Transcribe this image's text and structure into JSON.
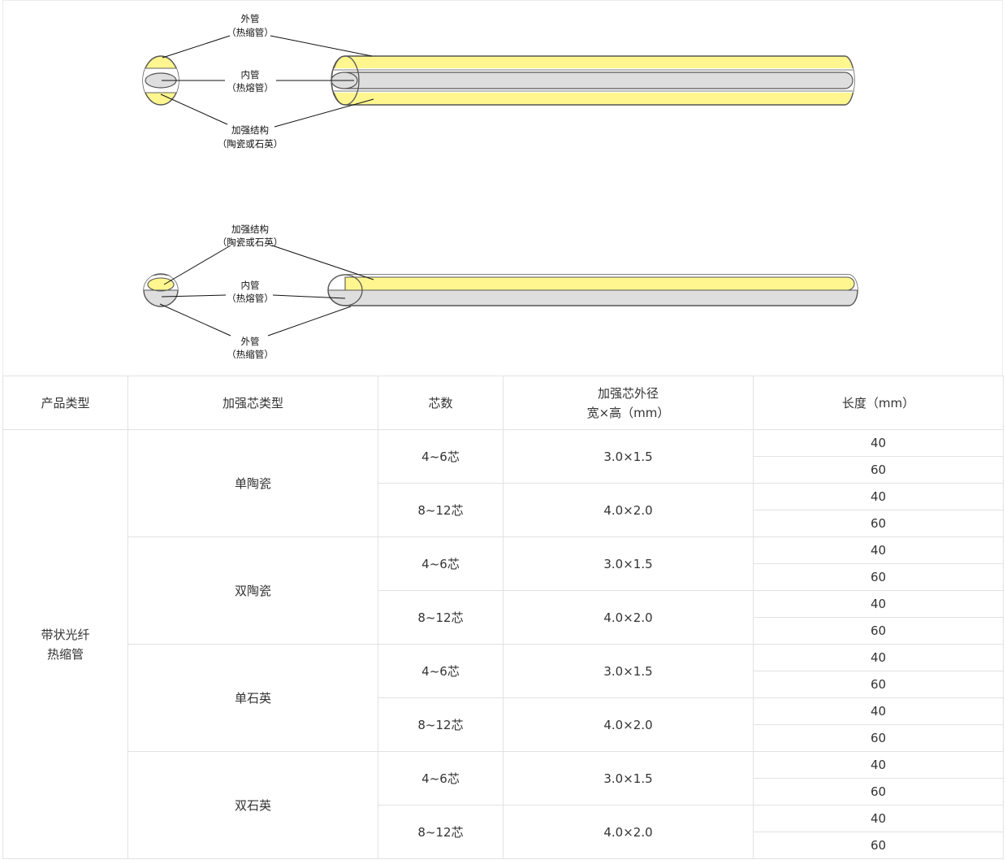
{
  "diagram_top": {
    "labels": {
      "outer_line1": "外管",
      "outer_line2": "（热缩管）",
      "inner_line1": "内管",
      "inner_line2": "（热熔管）",
      "reinforce_line1": "加强结构",
      "reinforce_line2": "（陶瓷或石英）"
    }
  },
  "diagram_bottom": {
    "labels": {
      "reinforce_line1": "加强结构",
      "reinforce_line2": "（陶瓷或石英）",
      "inner_line1": "内管",
      "inner_line2": "（热熔管）",
      "outer_line1": "外管",
      "outer_line2": "（热缩管）"
    }
  },
  "colors": {
    "reinforcement_yellow": "#fff68f",
    "inner_tube_gray": "#dedede",
    "outline": "#555555"
  },
  "table": {
    "headers": {
      "product_type": "产品类型",
      "core_type": "加强芯类型",
      "fiber_count": "芯数",
      "diameter_line1": "加强芯外径",
      "diameter_line2": "宽×高（mm）",
      "length": "长度（mm）"
    },
    "product_line1": "带状光纤",
    "product_line2": "热缩管",
    "groups": [
      {
        "core_type": "单陶瓷",
        "rows": [
          {
            "count": "4~6芯",
            "size": "3.0×1.5",
            "lengths": [
              "40",
              "60"
            ]
          },
          {
            "count": "8~12芯",
            "size": "4.0×2.0",
            "lengths": [
              "40",
              "60"
            ]
          }
        ]
      },
      {
        "core_type": "双陶瓷",
        "rows": [
          {
            "count": "4~6芯",
            "size": "3.0×1.5",
            "lengths": [
              "40",
              "60"
            ]
          },
          {
            "count": "8~12芯",
            "size": "4.0×2.0",
            "lengths": [
              "40",
              "60"
            ]
          }
        ]
      },
      {
        "core_type": "单石英",
        "rows": [
          {
            "count": "4~6芯",
            "size": "3.0×1.5",
            "lengths": [
              "40",
              "60"
            ]
          },
          {
            "count": "8~12芯",
            "size": "4.0×2.0",
            "lengths": [
              "40",
              "60"
            ]
          }
        ]
      },
      {
        "core_type": "双石英",
        "rows": [
          {
            "count": "4~6芯",
            "size": "3.0×1.5",
            "lengths": [
              "40",
              "60"
            ]
          },
          {
            "count": "8~12芯",
            "size": "4.0×2.0",
            "lengths": [
              "40",
              "60"
            ]
          }
        ]
      }
    ]
  }
}
